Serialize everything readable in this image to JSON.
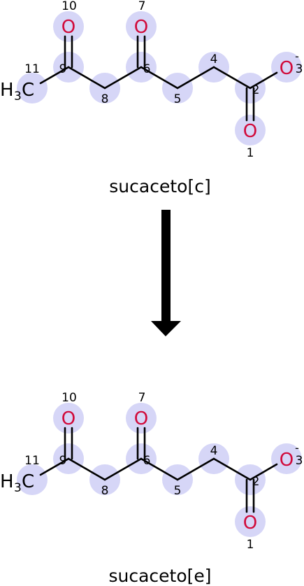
{
  "atom_symbols": {
    "oxygen": "O",
    "carbon": "C",
    "methyl_prefix": "H",
    "methyl_subscript": "3"
  },
  "charge": "-",
  "atom_numbers": [
    "1",
    "2",
    "3",
    "4",
    "5",
    "6",
    "7",
    "8",
    "9",
    "10",
    "11"
  ],
  "reaction": {
    "reactant": {
      "name": "sucaceto[c]"
    },
    "product": {
      "name": "sucaceto[e]"
    },
    "arrow": {
      "direction": "down",
      "color": "#000000"
    }
  },
  "colors": {
    "highlight": "#d6d6f7",
    "oxygen": "#d10a3a",
    "bond": "#000000"
  }
}
